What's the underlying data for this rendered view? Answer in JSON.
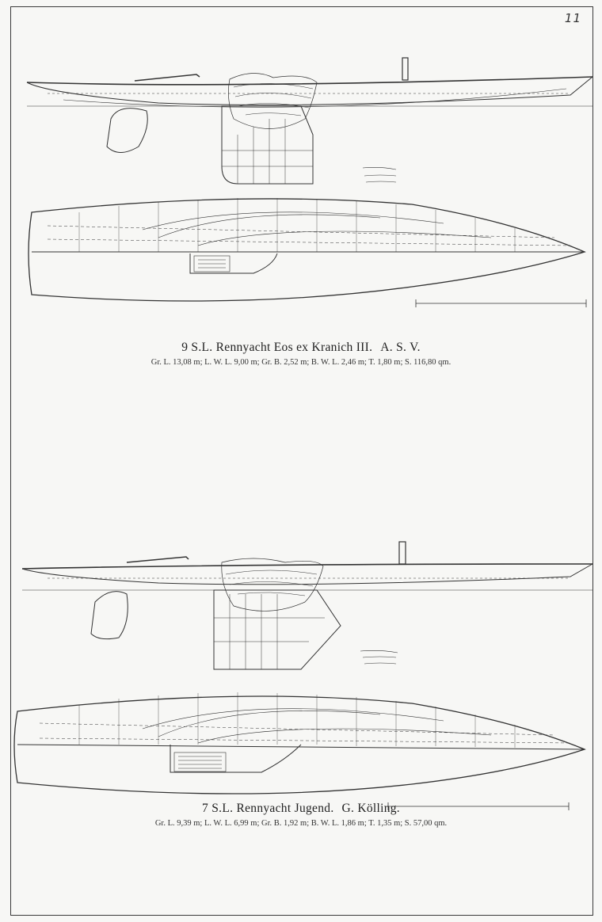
{
  "page": {
    "number": "11"
  },
  "plates": [
    {
      "title": "9 S.L. Rennyacht Eos ex Kranich III.",
      "owner": "A. S. V.",
      "specs": [
        "Gr. L. 13,08 m",
        "L. W. L. 9,00 m",
        "Gr. B. 2,52 m",
        "B. W. L. 2,46 m",
        "T. 1,80 m",
        "S. 116,80 qm."
      ]
    },
    {
      "title": "7 S.L. Rennyacht Jugend.",
      "owner": "G. Kölling.",
      "specs": [
        "Gr. L. 9,39 m",
        "L. W. L. 6,99 m",
        "Gr. B. 1,92 m",
        "B. W. L. 1,86 m",
        "T. 1,35 m",
        "S. 57,00 qm."
      ]
    }
  ]
}
